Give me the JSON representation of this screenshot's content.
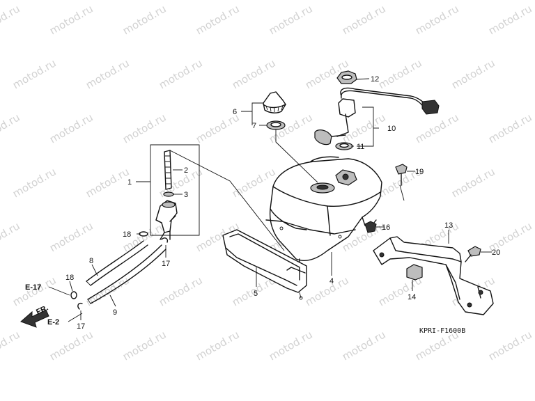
{
  "watermark": {
    "text": "motod.ru",
    "color": "#d2d2d2"
  },
  "callouts": {
    "p1": "1",
    "p2": "2",
    "p3": "3",
    "p4": "4",
    "p5": "5",
    "p6": "6",
    "p7": "7",
    "p8": "8",
    "p9": "9",
    "p10": "10",
    "p11": "11",
    "p12": "12",
    "p13": "13",
    "p14": "14",
    "p16": "16",
    "p17a": "17",
    "p17b": "17",
    "p18a": "18",
    "p18b": "18",
    "p19": "19",
    "p20": "20"
  },
  "references": {
    "e17": "E-17",
    "e2": "E-2",
    "front": "FR."
  },
  "diagram_code": "KPRI-F1600B"
}
